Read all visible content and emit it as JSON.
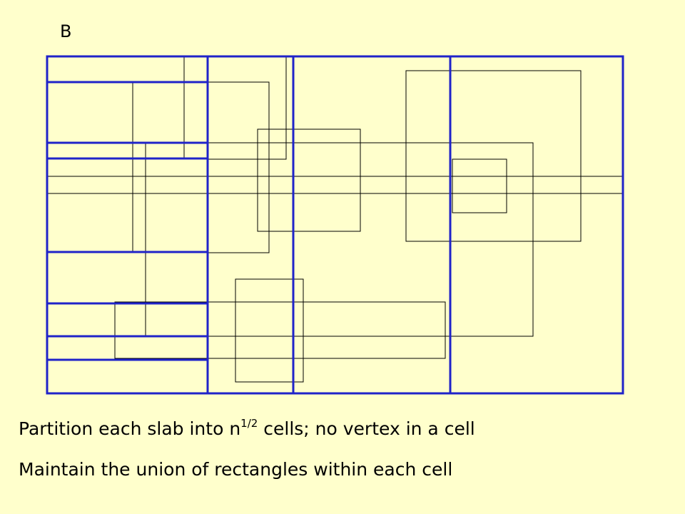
{
  "box_label": "B",
  "caption_1": {
    "before": "Partition each slab into n",
    "exponent": "1/2",
    "after": " cells; no vertex in a cell"
  },
  "caption_2": "Maintain the union of rectangles within each cell",
  "colors": {
    "background": "#FFFFCC",
    "partition": "#1F23C9",
    "rectangle": "#000000"
  }
}
